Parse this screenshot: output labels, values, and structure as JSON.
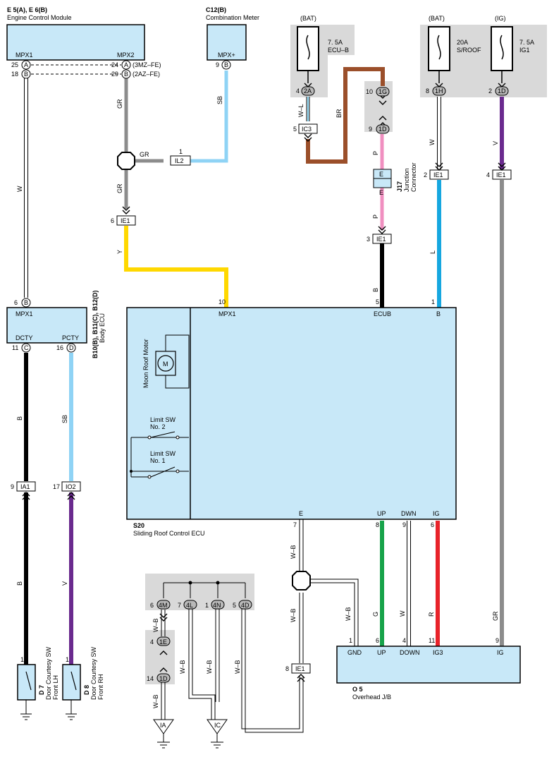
{
  "colors": {
    "component_fill": "#c8e8f8",
    "shaded_area": "#d9d9d9",
    "wire_GR": "#8c8c8c",
    "wire_SB": "#8fd3f5",
    "wire_Y": "#ffd800",
    "wire_BR": "#9b4f2a",
    "wire_P": "#f08fc0",
    "wire_B": "#000000",
    "wire_L": "#16a7e0",
    "wire_V": "#6a2a8e",
    "wire_G": "#17a34a",
    "wire_R": "#e8232a",
    "wire_W": "#ffffff"
  },
  "ecm": {
    "ref": "E 5(A), E 6(B)",
    "name": "Engine Control Module",
    "left_label": "MPX1",
    "right_label": "MPX2",
    "left_pins": [
      {
        "num": "25",
        "letter": "A"
      },
      {
        "num": "18",
        "letter": "B"
      }
    ],
    "right_pins": [
      {
        "num": "24",
        "letter": "A",
        "note": "(3MZ–FE)"
      },
      {
        "num": "29",
        "letter": "B",
        "note": "(2AZ–FE)"
      }
    ]
  },
  "combination_meter": {
    "ref": "C12(B)",
    "name": "Combination Meter",
    "label": "MPX+",
    "pin": "9",
    "letter": "B"
  },
  "fuse_ecub": {
    "header": "(BAT)",
    "rating": "7. 5A",
    "name": "ECU–B",
    "pin": "4",
    "conn": "2A"
  },
  "fuse_sroof": {
    "header": "(BAT)",
    "rating": "20A",
    "name": "S/ROOF",
    "pin": "8",
    "conn": "1H"
  },
  "fuse_ig1": {
    "header": "(IG)",
    "rating": "7. 5A",
    "name": "IG1",
    "pin": "2",
    "conn": "1D"
  },
  "junction_top": {
    "pin_upper": "10",
    "conn_upper": "1G",
    "pin_lower": "9",
    "conn_lower": "1D"
  },
  "junction_connector": {
    "ref": "J17",
    "name": "Junction Connector",
    "top": "E",
    "bottom": "E"
  },
  "connectors": {
    "ic3": {
      "pin": "5",
      "name": "IC3"
    },
    "il2": {
      "pin": "1",
      "name": "IL2"
    },
    "ie1_y": {
      "pin": "6",
      "name": "IE1"
    },
    "ie1_b": {
      "pin": "3",
      "name": "IE1"
    },
    "ie1_l": {
      "pin": "2",
      "name": "IE1"
    },
    "ie1_gr": {
      "pin": "4",
      "name": "IE1"
    },
    "ia1": {
      "pin": "9",
      "name": "IA1"
    },
    "io2": {
      "pin": "17",
      "name": "IO2"
    },
    "ie1_wb": {
      "pin": "8",
      "name": "IE1"
    }
  },
  "body_ecu": {
    "ref": "B10(B), B11(C), B12(D)",
    "name": "Body ECU",
    "top_label": "MPX1",
    "top_pin": "6",
    "top_letter": "B",
    "left_label": "DCTY",
    "left_pin": "11",
    "left_letter": "C",
    "right_label": "PCTY",
    "right_pin": "16",
    "right_letter": "D"
  },
  "sliding_roof_ecu": {
    "ref": "S20",
    "name": "Sliding Roof Control ECU",
    "motor_label": "Moon Roof Motor",
    "motor_symbol": "M",
    "limit_sw2": [
      "Limit SW",
      "No. 2"
    ],
    "limit_sw1": [
      "Limit SW",
      "No. 1"
    ],
    "top_terminals": [
      {
        "pin": "10",
        "label": "MPX1"
      },
      {
        "pin": "5",
        "label": "ECUB"
      },
      {
        "pin": "1",
        "label": "B"
      }
    ],
    "bottom_terminals": [
      {
        "pin": "7",
        "label": "E"
      },
      {
        "pin": "8",
        "label": "UP"
      },
      {
        "pin": "9",
        "label": "DWN"
      },
      {
        "pin": "6",
        "label": "IG"
      }
    ]
  },
  "overhead_jb": {
    "ref": "O 5",
    "name": "Overhead J/B",
    "terminals": [
      {
        "pin": "1",
        "label": "GND"
      },
      {
        "pin": "6",
        "label": "UP"
      },
      {
        "pin": "4",
        "label": "DOWN"
      },
      {
        "pin": "11",
        "label": "IG3"
      },
      {
        "pin": "9",
        "label": "IG"
      }
    ]
  },
  "door_sw_lh": {
    "ref": "D 7",
    "name": "Door Courtesy SW",
    "sub": "Front LH",
    "pin": "1"
  },
  "door_sw_rh": {
    "ref": "D 8",
    "name": "Door Courtesy SW",
    "sub": "Front RH",
    "pin": "1"
  },
  "ground_junction": {
    "pins": [
      {
        "pin": "6",
        "conn": "4M"
      },
      {
        "pin": "7",
        "conn": "4L"
      },
      {
        "pin": "1",
        "conn": "4N"
      },
      {
        "pin": "5",
        "conn": "4D"
      }
    ],
    "lower_a": {
      "pin": "4",
      "conn": "1E"
    },
    "lower_b": {
      "pin": "14",
      "conn": "1D"
    }
  },
  "grounds": {
    "ia": "IA",
    "ic": "IC"
  },
  "wire_labels": {
    "w_ecm": "W",
    "gr_upper": "GR",
    "gr_mid": "GR",
    "gr_lower": "GR",
    "sb_meter": "SB",
    "y": "Y",
    "wl": "W–L",
    "br": "BR",
    "p_upper": "P",
    "p_lower": "P",
    "b_ecub": "B",
    "w_sroof": "W",
    "l": "L",
    "v_ig1": "V",
    "gr_ig1": "GR",
    "b_lh_upper": "B",
    "b_lh_lower": "B",
    "sb_rh": "SB",
    "v_rh": "V",
    "wb_e": "W–B",
    "wb_e2": "W–B",
    "wb_gnd": "W–B",
    "g": "G",
    "w_down": "W",
    "r": "R",
    "wb_4m": "W–B",
    "wb_1d": "W–B",
    "wb_4l": "W–B",
    "wb_4n": "W–B",
    "wb_4d": "W–B"
  }
}
